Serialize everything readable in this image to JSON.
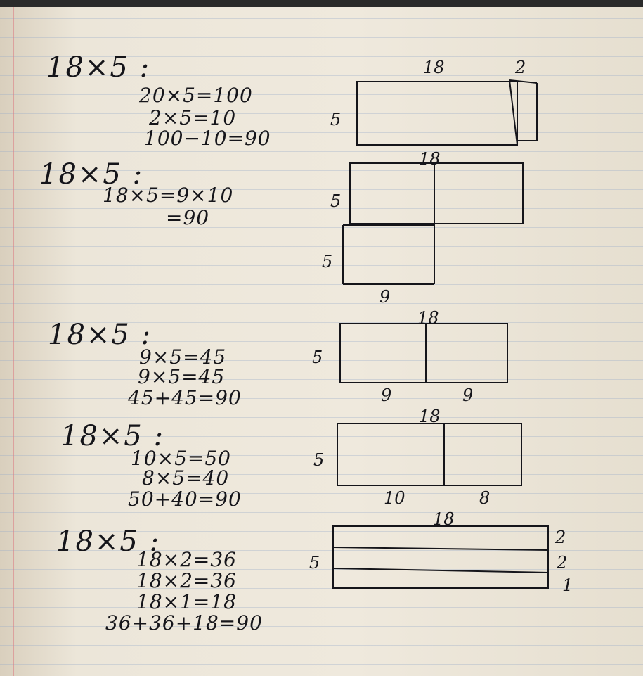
{
  "problems": [
    {
      "title": "18×5 :",
      "steps": [
        "20×5=100",
        "2×5=10",
        "100−10=90"
      ],
      "labels": {
        "top_a": "18",
        "top_b": "2",
        "left": "5"
      }
    },
    {
      "title": "18×5 :",
      "steps": [
        "18×5=9×10",
        "=90"
      ],
      "labels": {
        "top": "18",
        "left_a": "5",
        "left_b": "5",
        "bottom": "9"
      }
    },
    {
      "title": "18×5 :",
      "steps": [
        "9×5=45",
        "9×5=45",
        "45+45=90"
      ],
      "labels": {
        "top": "18",
        "left": "5",
        "bottom_a": "9",
        "bottom_b": "9"
      }
    },
    {
      "title": "18×5 :",
      "steps": [
        "10×5=50",
        "8×5=40",
        "50+40=90"
      ],
      "labels": {
        "top": "18",
        "left": "5",
        "bottom_a": "10",
        "bottom_b": "8"
      }
    },
    {
      "title": "18×5 :",
      "steps": [
        "18×2=36",
        "18×2=36",
        "18×1=18",
        "36+36+18=90"
      ],
      "labels": {
        "top": "18",
        "left": "5",
        "right_a": "2",
        "right_b": "2",
        "right_c": "1"
      }
    }
  ]
}
